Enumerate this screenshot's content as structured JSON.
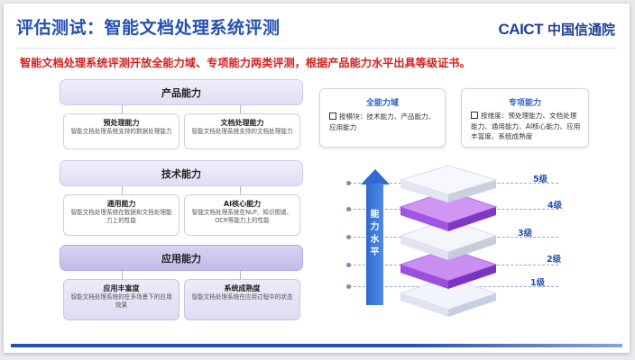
{
  "header": {
    "title": "评估测试：智能文档处理系统评测",
    "logo_en": "CAICT",
    "logo_cn": "中国信通院"
  },
  "subtitle": "智能文档处理系统评测开放全能力域、专项能力两类评测，根据产品能力水平出具等级证书。",
  "left": {
    "bar1": "产品能力",
    "card1": {
      "title": "预处理能力",
      "desc": "智能文档处理系统支持的数据处理能力"
    },
    "card2": {
      "title": "文档处理能力",
      "desc": "智能文档处理系统支持的文档处理能力"
    },
    "bar2": "技术能力",
    "card3": {
      "title": "通用能力",
      "desc": "智能文档处理系统在数据和文档处理能力上的性能"
    },
    "card4": {
      "title": "AI核心能力",
      "desc": "智能文档处理系统在NLP、知识图谱、OCR等能力上的性能"
    },
    "bar3": "应用能力",
    "card5": {
      "title": "应用丰富度",
      "desc": "智能文档处理系统的在多场景下的应用效果"
    },
    "card6": {
      "title": "系统成熟度",
      "desc": "智能文档处理系统在应用过程中的状态"
    }
  },
  "right": {
    "box1": {
      "title": "全能力域",
      "desc": "按模块：技术能力、产品能力、应用能力"
    },
    "box2": {
      "title": "专项能力",
      "desc": "按维度：预处理能力、文档处理能力、通用能力、AI核心能力、应用丰富度、系统成熟度"
    },
    "arrow_label": "能力水平",
    "levels": [
      "5级",
      "4级",
      "3级",
      "2级",
      "1级"
    ]
  },
  "colors": {
    "accent": "#2550b4",
    "highlight": "#d22020",
    "layer_white": "#f2f4fb",
    "layer_purple": "#9b4fe0"
  }
}
